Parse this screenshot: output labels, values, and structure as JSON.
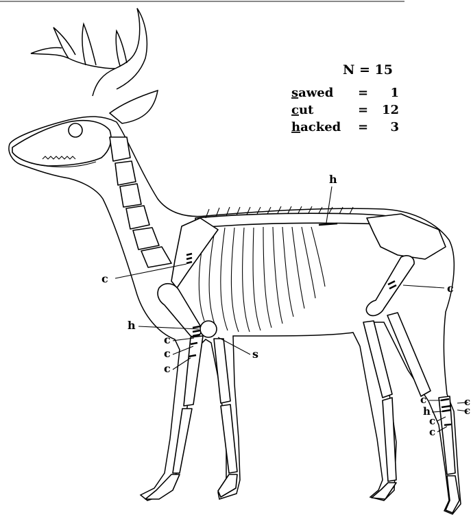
{
  "legend": {
    "total": "N = 15",
    "rows": [
      {
        "initial": "s",
        "rest": "awed",
        "eq": "=",
        "count": "1"
      },
      {
        "initial": "c",
        "rest": "ut",
        "eq": "=",
        "count": "12"
      },
      {
        "initial": "h",
        "rest": "acked",
        "eq": "=",
        "count": "3"
      }
    ]
  },
  "labels": {
    "spine_h": "h",
    "scapula_c": "c",
    "femur_c": "c",
    "humerus_h": "h",
    "radius_c1": "c",
    "radius_c2": "c",
    "radius_c3": "c",
    "sternum_s": "s",
    "hock_c1": "c",
    "hock_h": "h",
    "hock_c2": "c",
    "hock_c3": "c",
    "hock_right_c1": "c",
    "hock_right_c2": "c"
  }
}
